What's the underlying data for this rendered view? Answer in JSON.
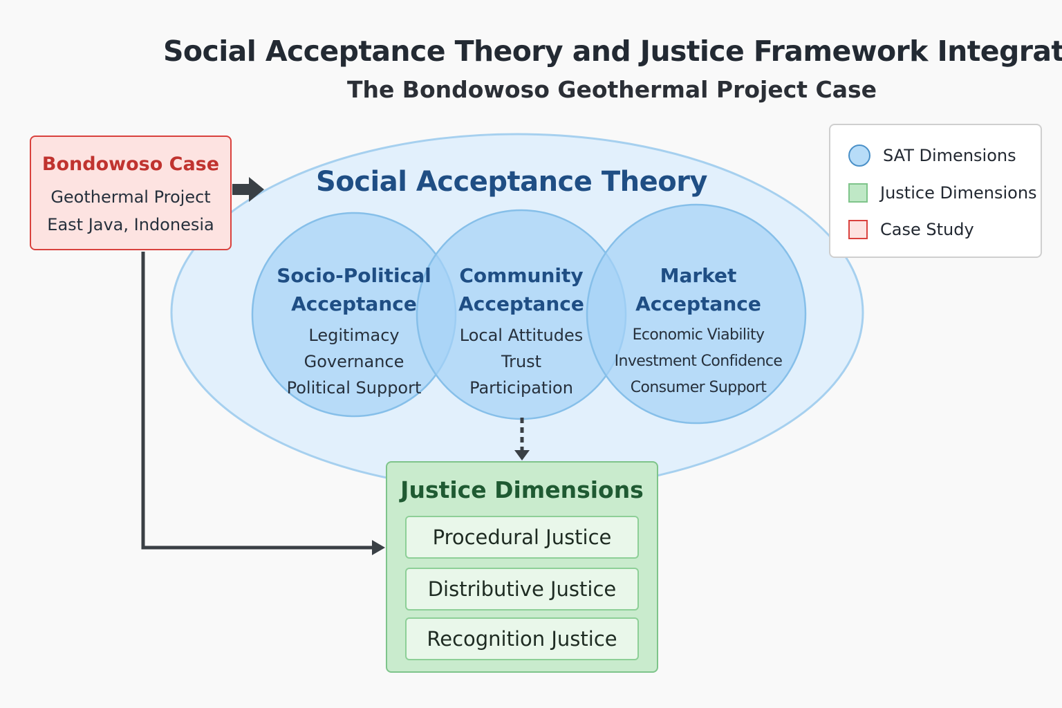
{
  "title": "Social Acceptance Theory and Justice Framework Integration",
  "subtitle": "The Bondowoso Geothermal Project Case",
  "sat": {
    "label": "Social Acceptance Theory",
    "circles": [
      {
        "title_lines": [
          "Socio-Political",
          "Acceptance"
        ],
        "items": [
          "Legitimacy",
          "Governance",
          "Political Support"
        ]
      },
      {
        "title_lines": [
          "Community",
          "Acceptance"
        ],
        "items": [
          "Local Attitudes",
          "Trust",
          "Participation"
        ]
      },
      {
        "title_lines": [
          "Market",
          "Acceptance"
        ],
        "items": [
          "Economic Viability",
          "Investment Confidence",
          "Consumer Support"
        ]
      }
    ]
  },
  "case": {
    "title": "Bondowoso Case",
    "lines": [
      "Geothermal Project",
      "East Java, Indonesia"
    ]
  },
  "justice": {
    "title": "Justice Dimensions",
    "items": [
      "Procedural Justice",
      "Distributive Justice",
      "Recognition Justice"
    ]
  },
  "legend": {
    "items": [
      {
        "label": "SAT Dimensions",
        "shape": "circle"
      },
      {
        "label": "Justice Dimensions",
        "shape": "square-green"
      },
      {
        "label": "Case Study",
        "shape": "square-red"
      }
    ]
  },
  "colors": {
    "sat_blue": "#1f4e84",
    "case_red": "#c0332f",
    "justice_green": "#1f5a32",
    "arrow": "#3a4045"
  }
}
